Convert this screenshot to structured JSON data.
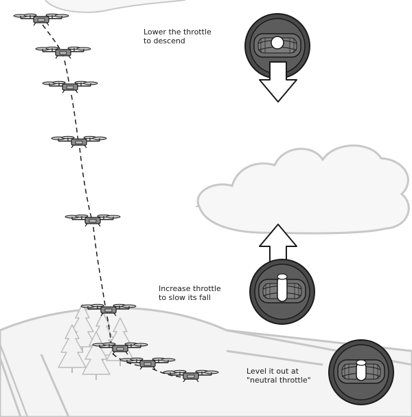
{
  "steps": [
    {
      "line1": "Lower the throttle",
      "line2": "to descend"
    },
    {
      "line1": "Increase throttle",
      "line2": "to slow its fall"
    },
    {
      "line1": "Level it out at",
      "line2": "\"neutral throttle\""
    }
  ],
  "colors": {
    "ink": "#1a1a1a",
    "cloud_fill": "#f7f7f7",
    "cloud_stroke": "#c8c8c8",
    "hill_fill": "#f4f4f4",
    "hill_stroke": "#c6c6c6",
    "controller_outer": "#4a4a4a",
    "controller_inner": "#5c5c5c",
    "drone_body": "#8a8a8a",
    "stick": "#ffffff"
  },
  "icons": [
    "drone-icon",
    "controller-icon",
    "arrow-down-icon",
    "arrow-up-icon",
    "tree-icon",
    "cloud-icon"
  ]
}
